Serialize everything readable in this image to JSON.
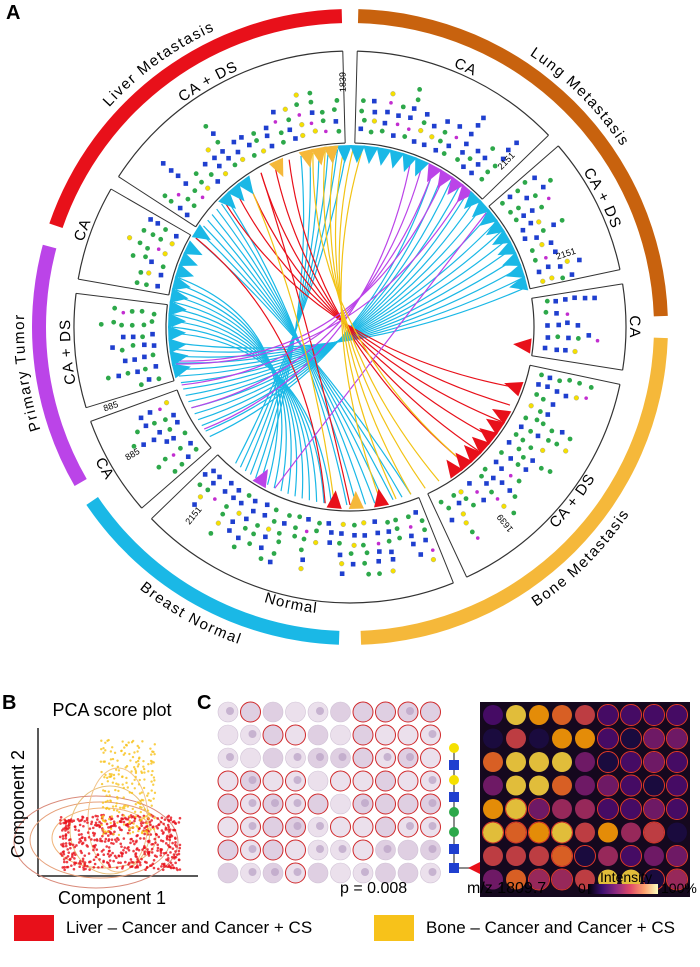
{
  "panels": {
    "a": "A",
    "b": "B",
    "c": "C"
  },
  "circos": {
    "outer_groups": [
      "Liver Metastasis",
      "Lung Metastasis",
      "Bone Metastasis",
      "Breast Normal",
      "Primary Tumor"
    ],
    "inner_segments": [
      "CA + DS",
      "CA",
      "CA + DS",
      "CA",
      "CA + DS",
      "Normal",
      "CA",
      "CA + DS",
      "CA"
    ],
    "mz_labels": [
      "1839",
      "2151",
      "2151",
      "1639",
      "2151",
      "885",
      "885"
    ],
    "colors": {
      "liver": "#e8101a",
      "lung": "#c8620e",
      "bone": "#f5b83a",
      "normal": "#1ab8e6",
      "primary": "#bb44e8",
      "yellow": "#f2c315"
    }
  },
  "pca": {
    "title": "PCA score plot",
    "xlabel": "Component 1",
    "ylabel": "Component 2"
  },
  "tissue": {
    "p_value": "p = 0.008",
    "mz": "m/z 1809.7",
    "cbar_title": "Intensity",
    "cbar_min": "0",
    "cbar_max": "100%"
  },
  "legend": {
    "liver": {
      "label": "Liver – Cancer and Cancer + CS",
      "color": "#e8101a"
    },
    "bone": {
      "label": "Bone – Cancer and Cancer + CS",
      "color": "#f7c21a"
    }
  }
}
